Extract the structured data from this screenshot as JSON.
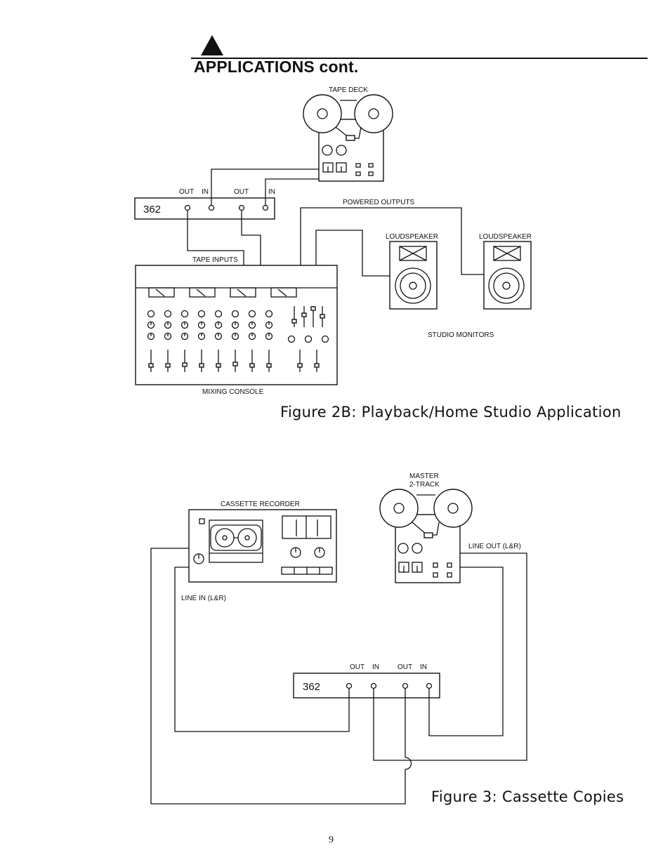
{
  "header": {
    "title": "APPLICATIONS cont."
  },
  "figure_2b": {
    "caption": "Figure 2B: Playback/Home Studio Application",
    "tape_deck_label": "TAPE DECK",
    "unit_label": "362",
    "jack_out_1": "OUT",
    "jack_in_1": "IN",
    "jack_out_2": "OUT",
    "jack_in_2": "IN",
    "powered_outputs_label": "POWERED OUTPUTS",
    "loudspeaker_left_label": "LOUDSPEAKER",
    "loudspeaker_right_label": "LOUDSPEAKER",
    "tape_inputs_label": "TAPE INPUTS",
    "studio_monitors_label": "STUDIO MONITORS",
    "mixing_console_label": "MIXING CONSOLE"
  },
  "figure_3": {
    "caption": "Figure 3: Cassette Copies",
    "master_label_line1": "MASTER",
    "master_label_line2": "2-TRACK",
    "cassette_recorder_label": "CASSETTE RECORDER",
    "line_out_label": "LINE OUT (L&R)",
    "line_in_label": "LINE IN (L&R)",
    "unit_label": "362",
    "jack_out_1": "OUT",
    "jack_in_1": "IN",
    "jack_out_2": "OUT",
    "jack_in_2": "IN"
  },
  "footer": {
    "page_number": "9"
  },
  "icons": [
    "triangle-logo-icon",
    "reel-icon",
    "speaker-cone-icon",
    "meter-icon",
    "fader-icon",
    "knob-icon"
  ]
}
